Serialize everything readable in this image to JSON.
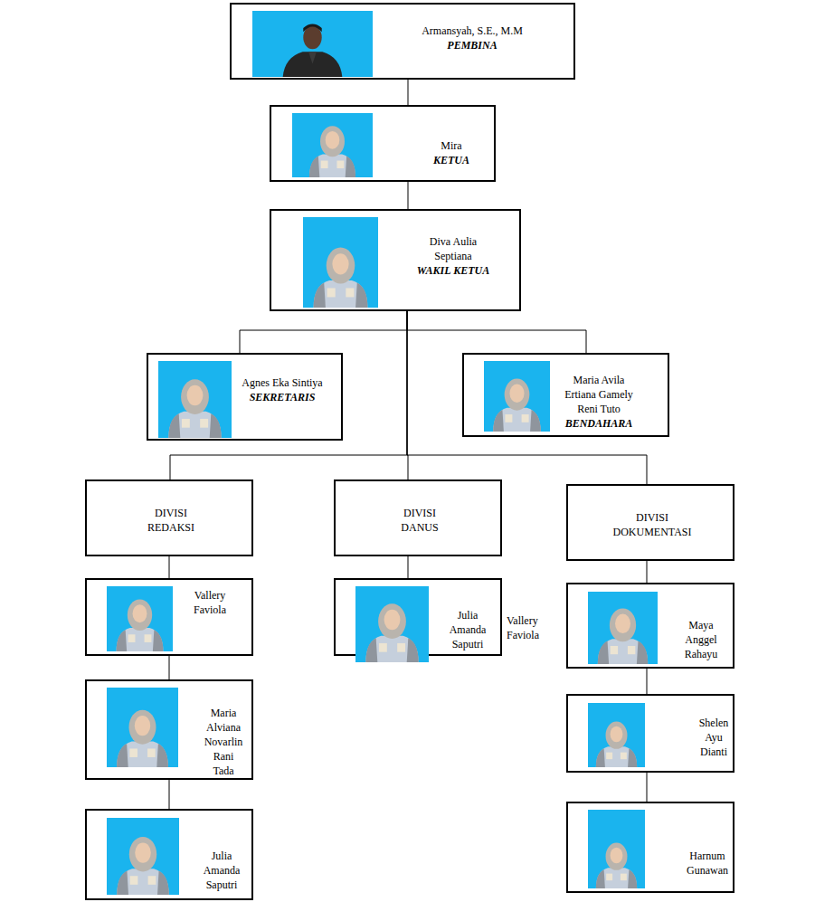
{
  "diagram": {
    "nodes": [
      {
        "text": [
          "Armansyah, S.E., M.M",
          "PEMBINA"
        ]
      },
      {
        "text": [
          "Mira",
          "KETUA"
        ]
      },
      {
        "text": [
          "Diva Aulia Septiana",
          "WAKIL KETUA"
        ]
      },
      {
        "text": [
          "Agnes Eka Sintiya",
          "SEKRETARIS"
        ]
      },
      {
        "text": [
          "Maria Avila Ertiana Gamely Reni Tuto",
          "BENDAHARA"
        ]
      },
      {
        "text": [
          "DIVISI REDAKSI"
        ]
      },
      {
        "text": [
          "DIVISI DANUS"
        ]
      },
      {
        "text": [
          "DIVISI DOKUMENTASI"
        ]
      },
      {
        "text": [
          "Vallery Faviola"
        ]
      },
      {
        "text": [
          "Maria Alviana Novarlin Rani Tada"
        ]
      },
      {
        "text": [
          "Julia Amanda Saputri"
        ]
      },
      {
        "text": [
          "Julia Amanda Saputri"
        ]
      },
      {
        "text": [
          "Maya Anggel Rahayu"
        ]
      },
      {
        "text": [
          "Shelen Ayu Dianti"
        ]
      },
      {
        "text": [
          "Harnum Gunawan"
        ]
      }
    ],
    "edges": [
      {
        "from": 0,
        "to": 1,
        "arrow": "none"
      },
      {
        "from": 1,
        "to": 2,
        "arrow": "none"
      },
      {
        "from": 2,
        "to": 3,
        "arrow": "none"
      },
      {
        "from": 2,
        "to": 4,
        "arrow": "none"
      },
      {
        "from": 2,
        "to": 5,
        "arrow": "none"
      },
      {
        "from": 2,
        "to": 6,
        "arrow": "none"
      },
      {
        "from": 2,
        "to": 7,
        "arrow": "none"
      },
      {
        "from": 5,
        "to": 8,
        "arrow": "none"
      },
      {
        "from": 8,
        "to": 9,
        "arrow": "none"
      },
      {
        "from": 9,
        "to": 10,
        "arrow": "none"
      },
      {
        "from": 6,
        "to": 11,
        "arrow": "none"
      },
      {
        "from": 7,
        "to": 12,
        "arrow": "none"
      },
      {
        "from": 12,
        "to": 13,
        "arrow": "none"
      },
      {
        "from": 13,
        "to": 14,
        "arrow": "none"
      }
    ],
    "labels": [
      "Vallery Faviola"
    ]
  }
}
